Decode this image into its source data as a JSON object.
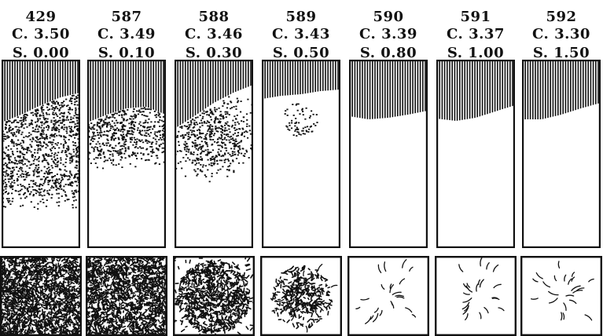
{
  "specimens": [
    {
      "number": "429",
      "carbon": "C. 3.50",
      "silicon": "S. 0.00"
    },
    {
      "number": "587",
      "carbon": "C. 3.49",
      "silicon": "S. 0.10"
    },
    {
      "number": "588",
      "carbon": "C. 3.46",
      "silicon": "S. 0.30"
    },
    {
      "number": "589",
      "carbon": "C. 3.43",
      "silicon": "S. 0.50"
    },
    {
      "number": "590",
      "carbon": "C. 3.39",
      "silicon": "S. 0.80"
    },
    {
      "number": "591",
      "carbon": "C. 3.37",
      "silicon": "S. 1.00"
    },
    {
      "number": "592",
      "carbon": "C. 3.30",
      "silicon": "S. 1.50"
    }
  ],
  "colors": {
    "ink": "#111111",
    "paper": "#ffffff"
  }
}
